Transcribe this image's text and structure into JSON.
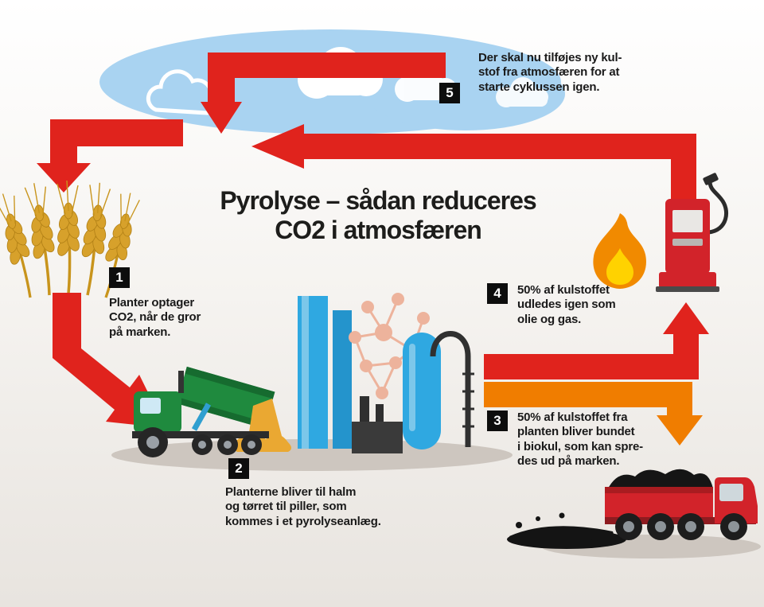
{
  "title": {
    "text": "Pyrolyse – sådan reduceres\nCO2 i atmosfæren"
  },
  "steps": [
    {
      "number": "1",
      "text": "Planter optager\nCO2, når de gror\npå marken."
    },
    {
      "number": "2",
      "text": "Planterne bliver til halm\nog tørret til piller, som\nkommes i et pyrolyseanlæg."
    },
    {
      "number": "3",
      "text": "50% af kulstoffet fra\nplanten bliver bundet\ni biokul, som kan spre-\ndes ud på marken."
    },
    {
      "number": "4",
      "text": "50% af kulstoffet\nudledes igen som\nolie og gas."
    },
    {
      "number": "5",
      "text": "Der skal nu tilføjes ny kul-\nstof fra atmosfæren for at\nstarte cyklussen igen."
    }
  ],
  "colors": {
    "arrow_red": "#e0231d",
    "arrow_orange": "#f07d00",
    "sky_blue": "#a9d3f1",
    "cloud_outline": "#6cbcec",
    "wheat_gold": "#d7a12b",
    "wheat_stem": "#c8941c",
    "tractor_green": "#1f8a3e",
    "plant_blue": "#2fa8e1",
    "plant_dark": "#3a3a3a",
    "molecule_salmon": "#edb39c",
    "flame_orange": "#f18a00",
    "flame_yellow": "#ffd200",
    "pump_red": "#d2232a",
    "truck_red": "#d2232a",
    "biochar_black": "#141414",
    "pellet_gold": "#eaa832",
    "ground_shadow": "#cdc6bf",
    "text_dark": "#1a1a1a",
    "badge_black": "#0d0d0d"
  }
}
